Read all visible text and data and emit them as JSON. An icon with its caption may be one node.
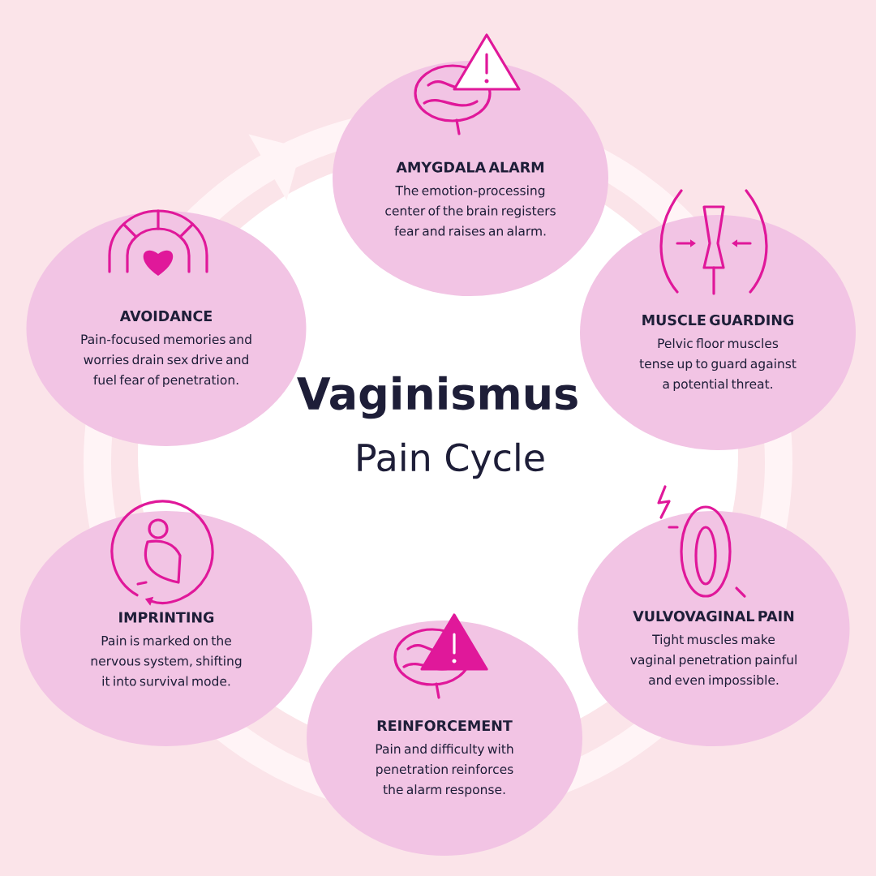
{
  "diagram": {
    "title": "Vaginismus",
    "nodes": [
      {
        "text": [
          "AMYGDALA ALARM",
          "The emotion-processing center of the brain registers fear and raises an alarm."
        ]
      },
      {
        "text": [
          "MUSCLE GUARDING",
          "Pelvic floor muscles tense up to guard against a potential threat."
        ]
      },
      {
        "text": [
          "VULVOVAGINAL PAIN",
          "Tight muscles make vaginal penetration painful and even impossible."
        ]
      },
      {
        "text": [
          "REINFORCEMENT",
          "Pain and difficulty with penetration reinforces the alarm response."
        ]
      },
      {
        "text": [
          "IMPRINTING",
          "Pain is marked on the nervous system, shifting it into survival mode."
        ]
      },
      {
        "text": [
          "AVOIDANCE",
          "Pain-focused memories and worries drain sex drive and fuel fear of penetration."
        ]
      }
    ],
    "labels": [
      "Pain Cycle"
    ]
  }
}
